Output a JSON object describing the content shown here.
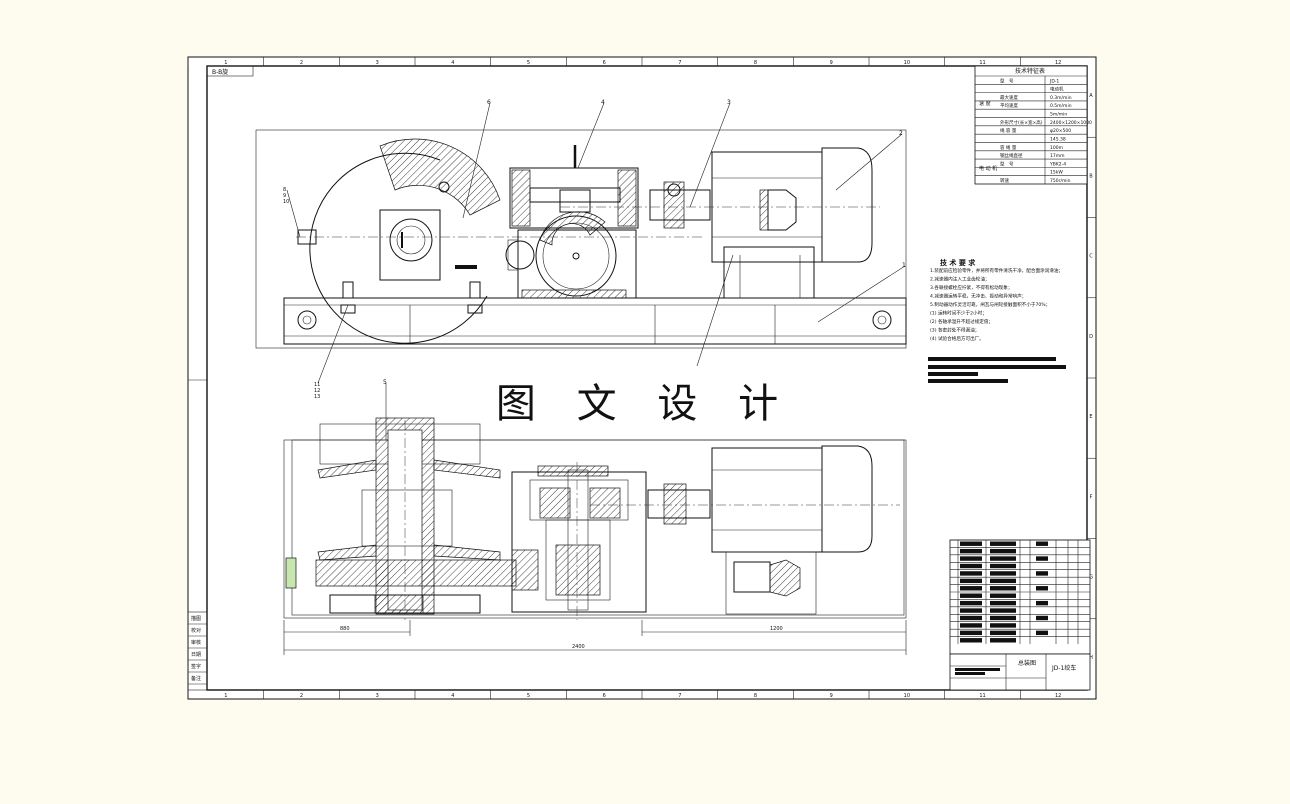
{
  "drawing": {
    "watermark_text": "图 文 设 计",
    "view_label": "B-B旋",
    "grid_columns": [
      "1",
      "2",
      "3",
      "4",
      "5",
      "6",
      "7",
      "8",
      "9",
      "10",
      "11",
      "12"
    ],
    "grid_rows": [
      "A",
      "B",
      "C",
      "D",
      "E",
      "F",
      "G",
      "H"
    ],
    "part_callouts": {
      "top_left_1": "8",
      "top_left_2": "9",
      "top_left_3": "10",
      "upper_6": "6",
      "upper_4": "4",
      "upper_3": "3",
      "upper_2": "2",
      "upper_1": "1",
      "lower_11": "11",
      "lower_12": "12",
      "lower_13": "13",
      "lower_5": "5"
    }
  },
  "spec_table": {
    "title": "技术特征表",
    "rows": [
      {
        "label": "型　号",
        "value": "JD-1"
      },
      {
        "label": "",
        "value": "电动机"
      },
      {
        "label": "最大速度",
        "value": "0.3m/min"
      },
      {
        "label": "平均速度",
        "value": "0.5m/min"
      },
      {
        "label": "",
        "value": "5m/min"
      },
      {
        "label": "外形尺寸(长×宽×高)",
        "value": "2400×1200×1000"
      },
      {
        "label": "绳 容 量",
        "value": "φ20×500"
      },
      {
        "label": "",
        "value": "145.38"
      },
      {
        "label": "容 绳 量",
        "value": "100m"
      },
      {
        "label": "钢丝绳直径",
        "value": "17mm"
      },
      {
        "label": "型　号",
        "value": "YBK2-4"
      },
      {
        "label": "",
        "value": "15kW"
      },
      {
        "label": "转速",
        "value": "750r/min"
      }
    ],
    "side_label": "电 动 机",
    "speed_label": "速 度"
  },
  "tech_requirements": {
    "title": "技 术 要 求",
    "lines": [
      "1.装配前应检验零件，并将所有零件清洗干净，配合面涂润滑油；",
      "2.减速器内注入工业齿轮油；",
      "3.各联接螺栓应拧紧，不得有松动现象；",
      "4.减速器运转平稳，无冲击、振动和异常响声；",
      "5.制动器动作灵活可靠，闸瓦与闸轮接触面积不小于70%；",
      "(1) 运转时间不少于2小时；",
      "(2) 各轴承温升不超过规定值；",
      "(3) 各密封处不得漏油；",
      "(4) 试验合格后方可出厂。"
    ]
  },
  "title_block": {
    "drawing_name": "JD-1绞车",
    "company": "总装图",
    "left_stamp_labels": [
      "描图",
      "校对",
      "审核",
      "日期",
      "签字",
      "备注"
    ]
  },
  "dimensions": {
    "overall_lower": "2400",
    "lower_left": "880",
    "lower_right": "1200"
  }
}
